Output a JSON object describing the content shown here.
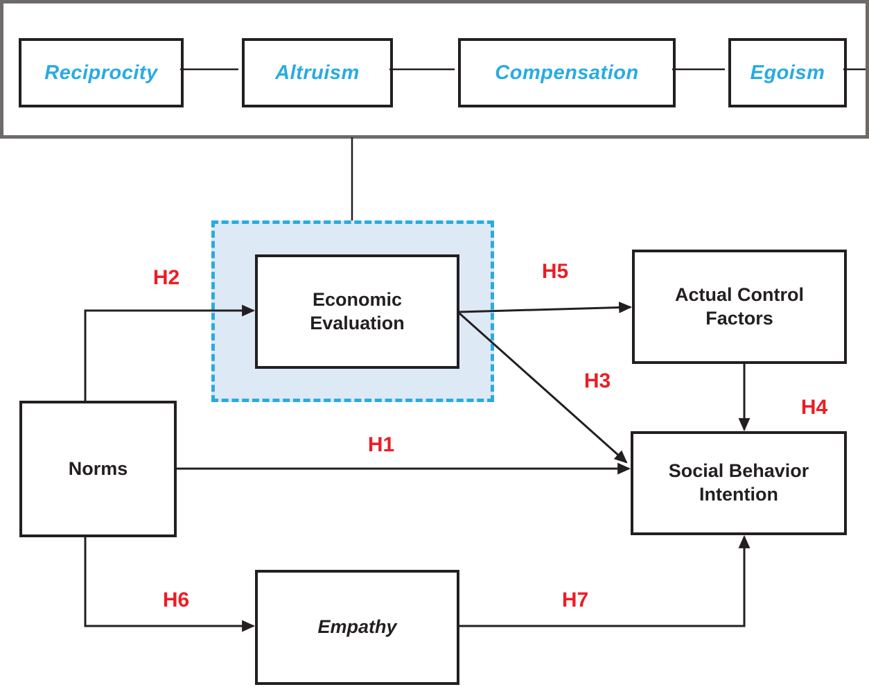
{
  "diagram": {
    "title_note": "",
    "top_panel": {
      "items": [
        {
          "label": "Reciprocity"
        },
        {
          "label": "Altruism"
        },
        {
          "label": "Compensation"
        },
        {
          "label": "Egoism"
        }
      ]
    },
    "nodes": {
      "economic_evaluation": {
        "label": "Economic\nEvaluation"
      },
      "norms": {
        "label": "Norms"
      },
      "actual_control_factors": {
        "label": "Actual Control\nFactors"
      },
      "social_behavior_intention": {
        "label": "Social Behavior\nIntention"
      },
      "empathy": {
        "label": "Empathy"
      }
    },
    "hypotheses": {
      "h1": "H1",
      "h2": "H2",
      "h3": "H3",
      "h4": "H4",
      "h5": "H5",
      "h6": "H6",
      "h7": "H7"
    },
    "colors": {
      "accent_blue": "#29ABE2",
      "highlight_fill": "#DEE9F6",
      "hypothesis_red": "#ED1C24",
      "frame_gray": "#6E6A6A",
      "line_black": "#231F20"
    }
  }
}
